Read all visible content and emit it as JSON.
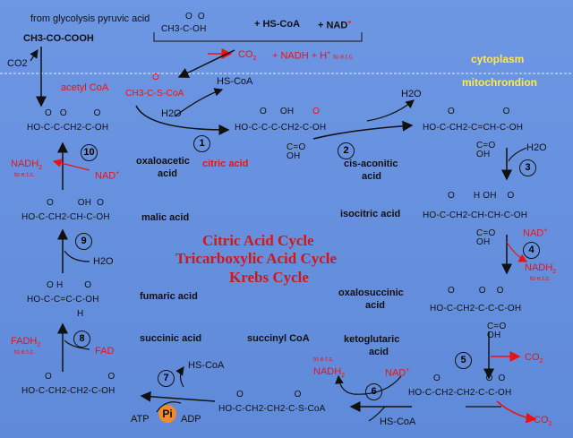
{
  "header": {
    "glycolysis": "from glycolysis pyruvic acid",
    "pyruvate": "CH3-CO-COOH",
    "co2_left": "CO2",
    "hscoa_top": "+ HS-CoA",
    "nad_top": "+ NAD",
    "co2_top": "CO",
    "nadh_top": "+ NADH + H",
    "to_etc": "to e.t.c.",
    "cytoplasm": "cytoplasm",
    "mito": "mitochrondion"
  },
  "structures": {
    "acetyl_top": "CH3-C-OH",
    "acetyl_coa": "CH3-C-S-CoA",
    "oxalo": "HO-C-C-CH2-C-OH",
    "citrate": "HO-C-C-C-CH2-C-OH",
    "cisacon": "HO-C-CH2-C=CH-C-OH",
    "isocit": "HO-C-CH2-CH-CH-C-OH",
    "oxalosucc": "HO-C-CH2-C-C-C-OH",
    "alphakg": "HO-C-CH2-CH2-C-C-OH",
    "succcoa": "HO-C-CH2-CH2-C-S-CoA",
    "succinate": "HO-C-CH2-CH2-C-OH",
    "fumarate": "HO-C-C=C-C-OH",
    "malate": "HO-C-CH2-CH-C-OH"
  },
  "labels": {
    "acetyl_coa": "acetyl CoA",
    "oxaloacetic": "oxaloacetic",
    "acid": "acid",
    "citric": "citric acid",
    "cisaconitic": "cis-aconitic",
    "malic": "malic acid",
    "isocitric": "isocitric acid",
    "fumaric": "fumaric acid",
    "oxalosuccinic": "oxalosuccinic",
    "succinic": "succinic acid",
    "succinyl": "succinyl CoA",
    "ketoglutaric": "ketoglutaric",
    "title1": "Citric  Acid  Cycle",
    "title2": "Tricarboxylic  Acid   Cycle",
    "title3": "Krebs Cycle"
  },
  "cofactors": {
    "hscoa": "HS-CoA",
    "h2o": "H2O",
    "nad": "NAD",
    "nadh": "NADH",
    "fadh": "FADH",
    "fad": "FAD",
    "co2": "CO",
    "atp": "ATP",
    "adp": "ADP",
    "pi": "Pi",
    "to_etc": "to e.t.c.",
    "sub2": "2",
    "plus": "+"
  },
  "steps": [
    "1",
    "2",
    "3",
    "4",
    "5",
    "6",
    "7",
    "8",
    "9",
    "10"
  ],
  "colors": {
    "background": "#6a93e0",
    "highlight": "#e11",
    "label": "#ffe94a",
    "title": "#d01818",
    "pi": "#f08a2c"
  }
}
